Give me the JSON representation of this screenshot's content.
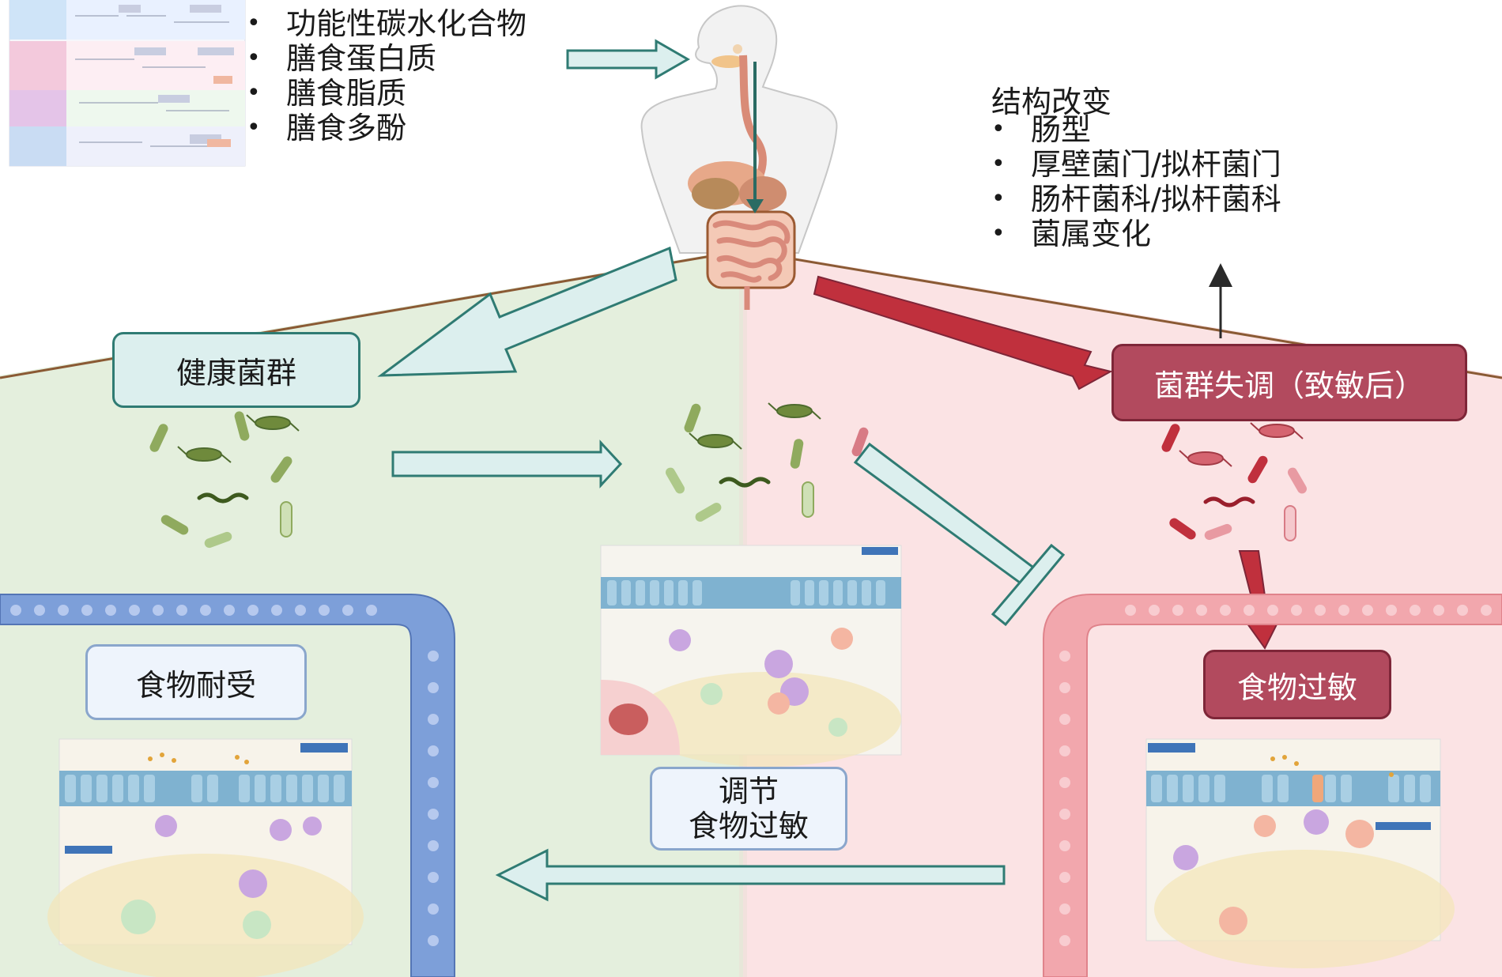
{
  "diet_list": [
    "功能性碳水化合物",
    "膳食蛋白质",
    "膳食脂质",
    "膳食多酚"
  ],
  "structure": {
    "heading": "结构改变",
    "items": [
      "肠型",
      "厚壁菌门/拟杆菌门",
      "肠杆菌科/拟杆菌科",
      "菌属变化"
    ]
  },
  "healthy_label": "健康菌群",
  "dysbiosis_label": "菌群失调（致敏后）",
  "tolerance_label": "食物耐受",
  "allergy_label": "食物过敏",
  "regulate_label": [
    "调节",
    "食物过敏"
  ],
  "colors": {
    "green_bg": "#e4efdd",
    "pink_bg": "#fbe3e4",
    "healthy_border": "#2f7b73",
    "dysbiosis_fill": "#b24a5e",
    "red_arrow": "#c0303d",
    "teal_arrow": "#2f7b73"
  },
  "icons": [
    "human-body-illustration",
    "intestine-icon",
    "bacteria-icon",
    "gut-epithelium-illustration",
    "immune-pathway-figure",
    "inhibition-arrow-icon"
  ]
}
